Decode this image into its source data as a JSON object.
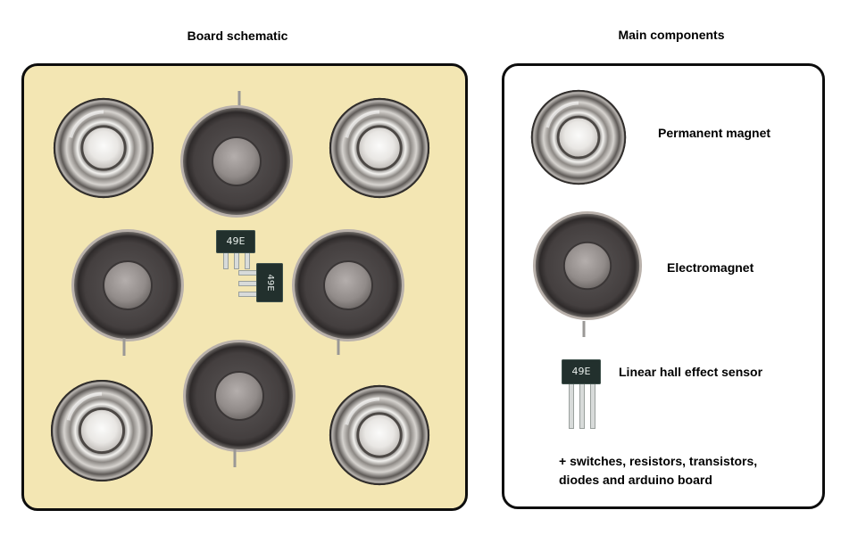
{
  "board": {
    "title": "Board schematic"
  },
  "components": {
    "title": "Main components",
    "items": [
      {
        "label": "Permanent magnet",
        "icon": "permanent-magnet-icon"
      },
      {
        "label": "Electromagnet",
        "icon": "electromagnet-icon"
      },
      {
        "label": "Linear hall effect sensor",
        "icon": "hall-sensor-icon"
      }
    ],
    "note_lines": [
      "+ switches, resistors, transistors,",
      "diodes and arduino board"
    ]
  },
  "sensor": {
    "marking": "49E"
  },
  "colors": {
    "board_background": "#f3e6b3",
    "panel_border": "#0d0d0d",
    "magnet_metal": "#c9c6c4",
    "electromagnet_body": "#4a4646",
    "sensor_body": "#22302d",
    "sensor_text": "#e6ece9"
  }
}
